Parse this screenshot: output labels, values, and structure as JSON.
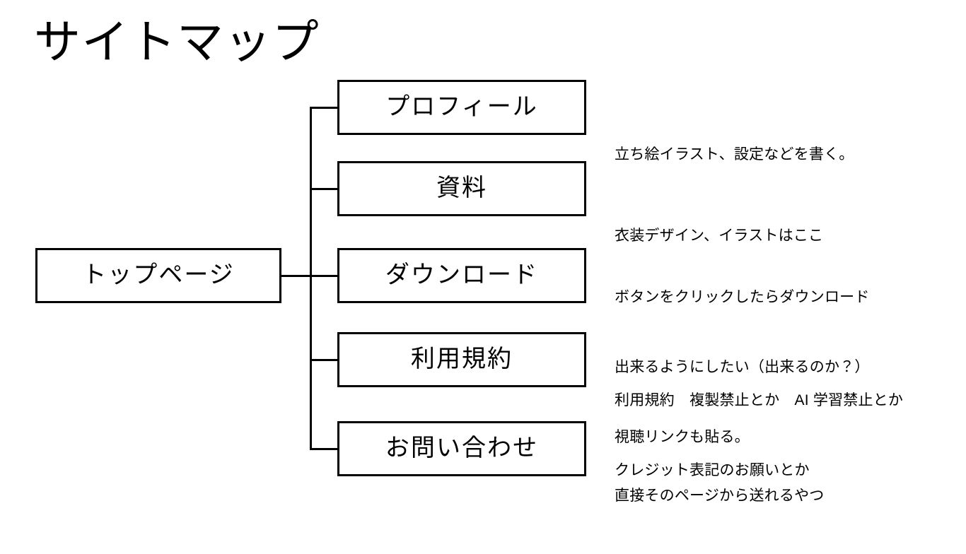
{
  "document": {
    "title": "サイトマップ",
    "background_color": "#ffffff",
    "line_color": "#000000",
    "text_color": "#000000"
  },
  "root": {
    "label": "トップページ"
  },
  "nodes": [
    {
      "label": "プロフィール",
      "annotation_lines": [
        "立ち絵イラスト、設定などを書く。"
      ]
    },
    {
      "label": "資料",
      "annotation_lines": [
        "衣装デザイン、イラストはここ"
      ]
    },
    {
      "label": "ダウンロード",
      "annotation_lines": [
        "ボタンをクリックしたらダウンロード",
        "出来るようにしたい（出来るのか？）",
        "視聴リンクも貼る。"
      ]
    },
    {
      "label": "利用規約",
      "annotation_lines": [
        "利用規約　複製禁止とか　AI 学習禁止とか",
        "クレジット表記のお願いとか"
      ]
    },
    {
      "label": "お問い合わせ",
      "annotation_lines": [
        "直接そのページから送れるやつ"
      ]
    }
  ]
}
